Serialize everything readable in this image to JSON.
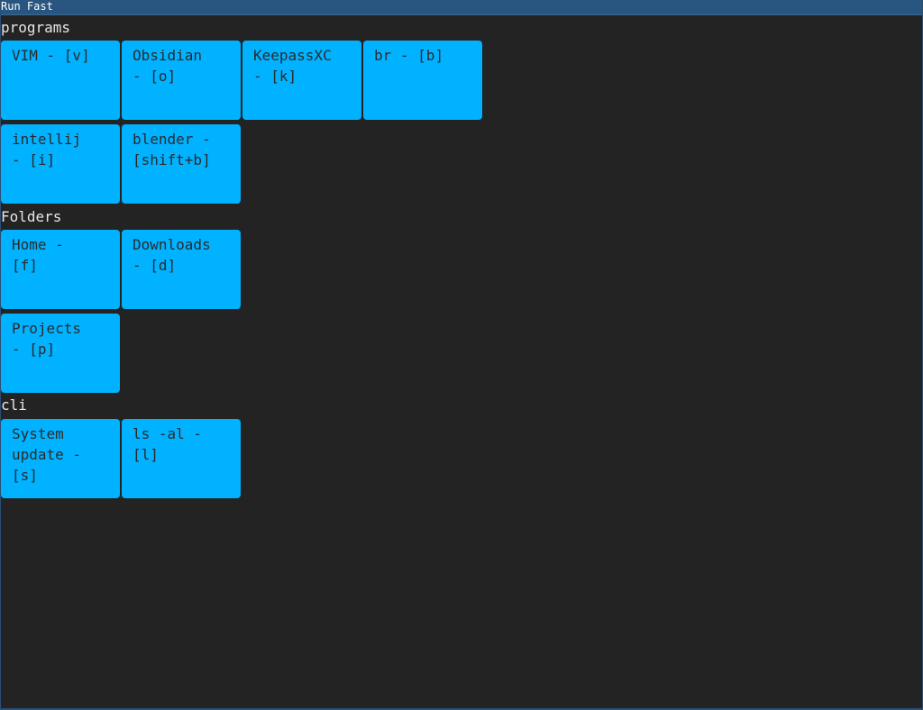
{
  "window": {
    "title": "Run Fast"
  },
  "colors": {
    "background": "#232323",
    "titlebar": "#295680",
    "tile": "#00b2ff",
    "tile_text": "#2b2b2b",
    "section_text": "#e6e6e6"
  },
  "sections": {
    "programs": {
      "title": "programs",
      "items": [
        {
          "label": "VIM - [v]"
        },
        {
          "label": "Obsidian\n- [o]"
        },
        {
          "label": "KeepassXC\n- [k]"
        },
        {
          "label": "br - [b]"
        },
        {
          "label": "intellij\n- [i]"
        },
        {
          "label": "blender -\n[shift+b]"
        }
      ]
    },
    "folders": {
      "title": "Folders",
      "items": [
        {
          "label": "Home -\n[f]"
        },
        {
          "label": "Downloads\n- [d]"
        },
        {
          "label": "Projects\n- [p]"
        }
      ]
    },
    "cli": {
      "title": "cli",
      "items": [
        {
          "label": "System\nupdate -\n[s]"
        },
        {
          "label": "ls -al -\n[l]"
        }
      ]
    }
  }
}
